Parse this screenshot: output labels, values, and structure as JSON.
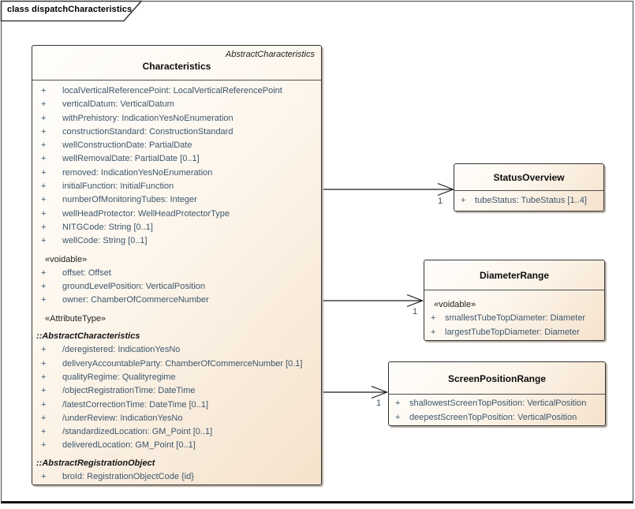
{
  "frame": {
    "title": "class dispatchCharacteristics"
  },
  "visibility_marker": "+",
  "colors": {
    "box_fill_start": "#FFFEFC",
    "box_fill_end": "#F5E2CC",
    "box_border": "#343434",
    "attribute_text": "#3C566C",
    "frame_border": "#474747"
  },
  "classes": {
    "characteristics": {
      "stereotype": "AbstractCharacteristics",
      "name": "Characteristics",
      "sections": [
        {
          "kind": "attrs",
          "items": [
            "localVerticalReferencePoint: LocalVerticalReferencePoint",
            "verticalDatum: VerticalDatum",
            "withPrehistory: IndicationYesNoEnumeration",
            "constructionStandard: ConstructionStandard",
            "wellConstructionDate: PartialDate",
            "wellRemovalDate: PartialDate [0..1]",
            "removed: IndicationYesNoEnumeration",
            "initialFunction: InitialFunction",
            "numberOfMonitoringTubes: Integer",
            "wellHeadProtector: WellHeadProtectorType",
            "NITGCode: String [0..1]",
            "wellCode: String [0..1]"
          ]
        },
        {
          "kind": "label",
          "text": "«voidable»"
        },
        {
          "kind": "attrs",
          "items": [
            "offset: Offset",
            "groundLevelPosition: VerticalPosition",
            "owner: ChamberOfCommerceNumber"
          ]
        },
        {
          "kind": "label",
          "text": "«AttributeType»"
        },
        {
          "kind": "inherit",
          "text": "::AbstractCharacteristics"
        },
        {
          "kind": "attrs",
          "items": [
            "/deregistered: IndicationYesNo",
            "deliveryAccountableParty: ChamberOfCommerceNumber [0.1]",
            "qualityRegime: Qualityregime",
            "/objectRegistrationTime: DateTime",
            "/latestCorrectionTime: DateTime [0..1]",
            "/underReview: IndicationYesNo",
            "/standardizedLocation: GM_Point [0..1]",
            "deliveredLocation: GM_Point [0..1]"
          ]
        },
        {
          "kind": "inherit",
          "text": "::AbstractRegistrationObject"
        },
        {
          "kind": "attrs",
          "items": [
            "broId: RegistrationObjectCode {id}"
          ]
        }
      ]
    },
    "statusOverview": {
      "name": "StatusOverview",
      "sections": [
        {
          "kind": "attrs",
          "items": [
            "tubeStatus: TubeStatus [1..4]"
          ]
        }
      ]
    },
    "diameterRange": {
      "name": "DiameterRange",
      "sections": [
        {
          "kind": "label",
          "text": "«voidable»"
        },
        {
          "kind": "attrs",
          "items": [
            "smallestTubeTopDiameter: Diameter",
            "largestTubeTopDiameter: Diameter"
          ]
        }
      ]
    },
    "screenPositionRange": {
      "name": "ScreenPositionRange",
      "sections": [
        {
          "kind": "attrs",
          "items": [
            "shallowestScreenTopPosition: VerticalPosition",
            "deepestScreenTopPosition: VerticalPosition"
          ]
        }
      ]
    }
  },
  "connectors": [
    {
      "target": "StatusOverview",
      "multiplicity": "1"
    },
    {
      "target": "DiameterRange",
      "multiplicity": "1"
    },
    {
      "target": "ScreenPositionRange",
      "multiplicity": "1"
    }
  ]
}
